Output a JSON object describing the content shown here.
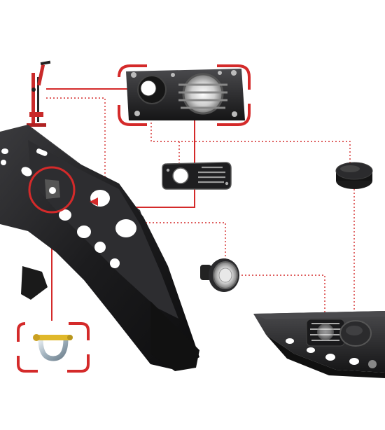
{
  "diagram": {
    "colors": {
      "accent": "#d42a2a",
      "metal": "#1d1d1f",
      "background": "#ffffff"
    },
    "parts": [
      {
        "id": "hi-lift-jack",
        "icon": "jack-icon"
      },
      {
        "id": "jack-mount-insert",
        "icon": "lamp-frame-icon"
      },
      {
        "id": "light-grille-plate",
        "icon": "grille-icon"
      },
      {
        "id": "hole-cover-cap",
        "icon": "cap-icon"
      },
      {
        "id": "round-fog-light",
        "icon": "fog-light-icon"
      },
      {
        "id": "d-ring-shackle",
        "icon": "shackle-icon"
      },
      {
        "id": "front-bumper",
        "icon": "bumper-icon"
      },
      {
        "id": "bumper-installed-detail",
        "icon": "bumper-detail-icon"
      }
    ]
  }
}
